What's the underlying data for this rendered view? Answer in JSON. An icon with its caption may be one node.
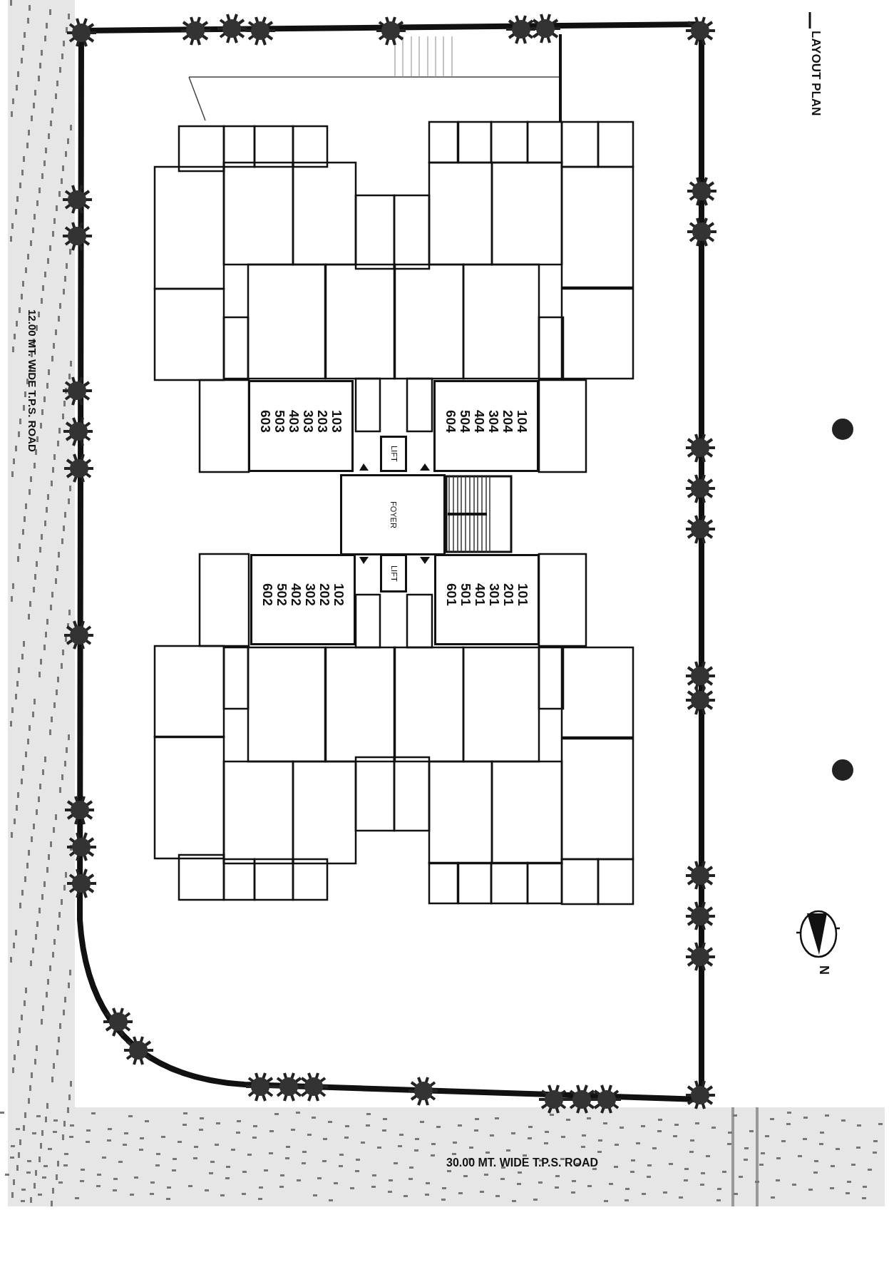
{
  "diagram": {
    "nodes": [
      {
        "text": [
          "103 203 303 403 503 603"
        ]
      },
      {
        "text": [
          "LIFT"
        ]
      },
      {
        "text": [
          "104 204 304 404 504 604"
        ]
      },
      {
        "text": [
          "FOYER"
        ]
      },
      {
        "text": [
          "102 202 302 402 502 602"
        ]
      },
      {
        "text": [
          "LIFT"
        ]
      },
      {
        "text": [
          "101 201 301 401 501 601"
        ]
      }
    ],
    "edges": [],
    "labels": [
      "LAYOUT PLAN",
      "12.00 MT. WIDE T.P.S. ROAD",
      "N",
      "30.00 MT. WIDE T.P.S. ROAD"
    ]
  }
}
